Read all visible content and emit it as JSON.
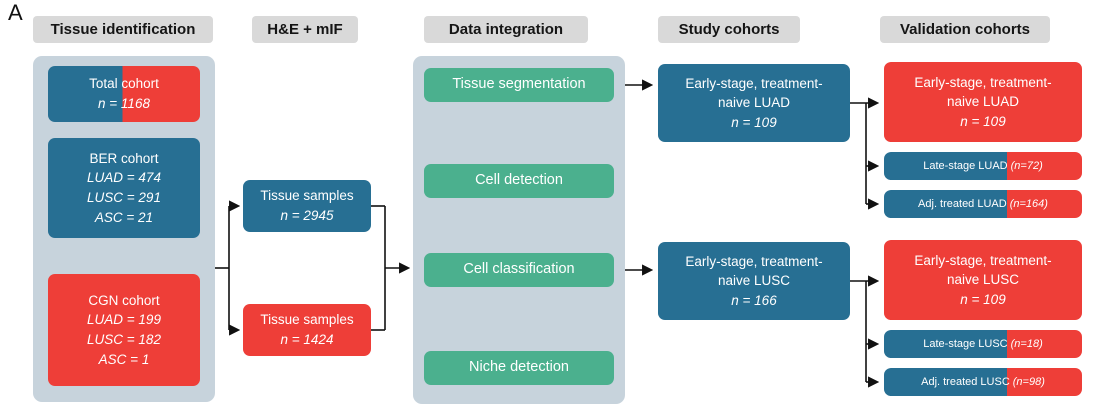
{
  "panel_label": "A",
  "colors": {
    "blue": "#276f93",
    "red": "#ee3e38",
    "green": "#4bb08e",
    "panelbg": "#c7d3dc",
    "headerbg": "#d9d9d9"
  },
  "headers": [
    "Tissue identification",
    "H&E + mIF",
    "Data integration",
    "Study cohorts",
    "Validation cohorts"
  ],
  "tissue_identification": {
    "total": {
      "line1": "Total cohort",
      "line2": "n = 1168"
    },
    "ber": {
      "title": "BER cohort",
      "lines": [
        "LUAD = 474",
        "LUSC = 291",
        "ASC = 21"
      ]
    },
    "cgn": {
      "title": "CGN cohort",
      "lines": [
        "LUAD = 199",
        "LUSC = 182",
        "ASC = 1"
      ]
    }
  },
  "he_mif": {
    "samples_blue": {
      "line1": "Tissue samples",
      "line2": "n = 2945"
    },
    "samples_red": {
      "line1": "Tissue samples",
      "line2": "n = 1424"
    }
  },
  "data_integration": {
    "steps": [
      "Tissue segmentation",
      "Cell detection",
      "Cell classification",
      "Niche detection"
    ]
  },
  "study_cohorts": {
    "luad": {
      "line1": "Early-stage, treatment-",
      "line2": "naive LUAD",
      "n": "n = 109"
    },
    "lusc": {
      "line1": "Early-stage, treatment-",
      "line2": "naive LUSC",
      "n": "n = 166"
    }
  },
  "validation_cohorts": {
    "luad_main": {
      "line1": "Early-stage, treatment-",
      "line2": "naive LUAD",
      "n": "n = 109"
    },
    "luad_late": {
      "label": "Late-stage LUAD",
      "n": "(n=72)"
    },
    "luad_adj": {
      "label": "Adj. treated LUAD",
      "n": "(n=164)"
    },
    "lusc_main": {
      "line1": "Early-stage, treatment-",
      "line2": "naive LUSC",
      "n": "n = 109"
    },
    "lusc_late": {
      "label": "Late-stage LUSC",
      "n": "(n=18)"
    },
    "lusc_adj": {
      "label": "Adj. treated LUSC",
      "n": "(n=98)"
    }
  }
}
